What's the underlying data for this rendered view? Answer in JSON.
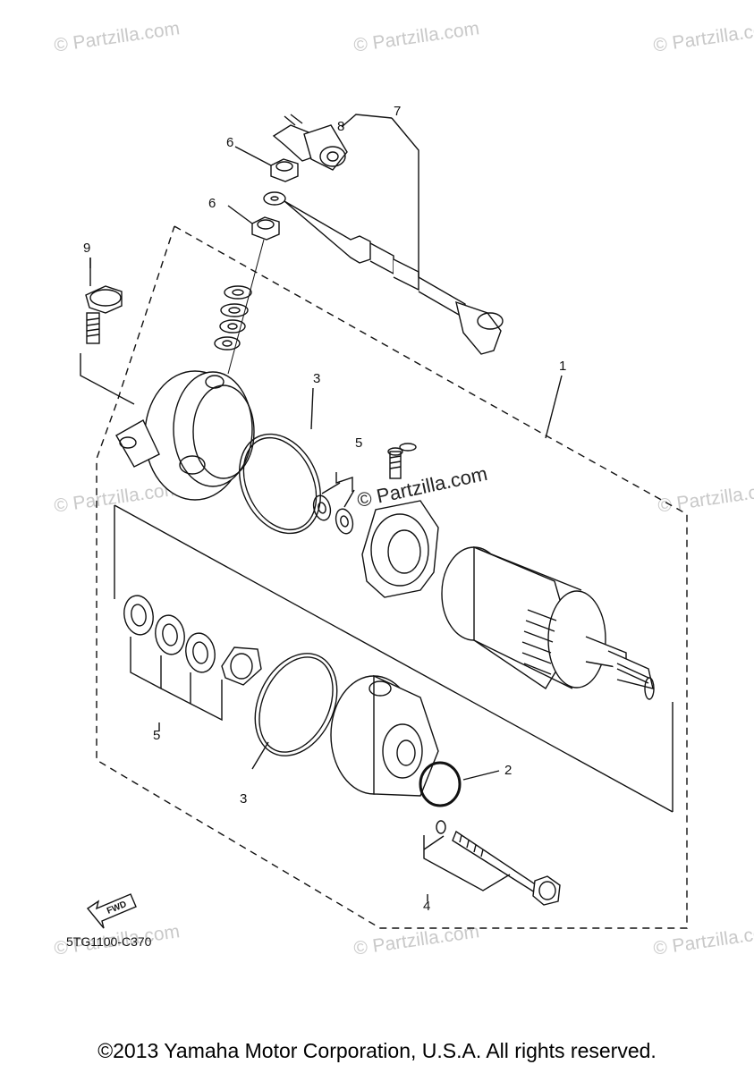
{
  "watermark": "© Partzilla.com",
  "watermark_center": "© Partzilla.com",
  "callouts": {
    "c1": "1",
    "c2": "2",
    "c3a": "3",
    "c3b": "3",
    "c4": "4",
    "c5a": "5",
    "c5b": "5",
    "c6a": "6",
    "c6b": "6",
    "c7": "7",
    "c8": "8",
    "c9": "9"
  },
  "fwd_label": "FWD",
  "part_code": "5TG1100-C370",
  "copyright": "©2013 Yamaha Motor Corporation, U.S.A. All rights reserved."
}
